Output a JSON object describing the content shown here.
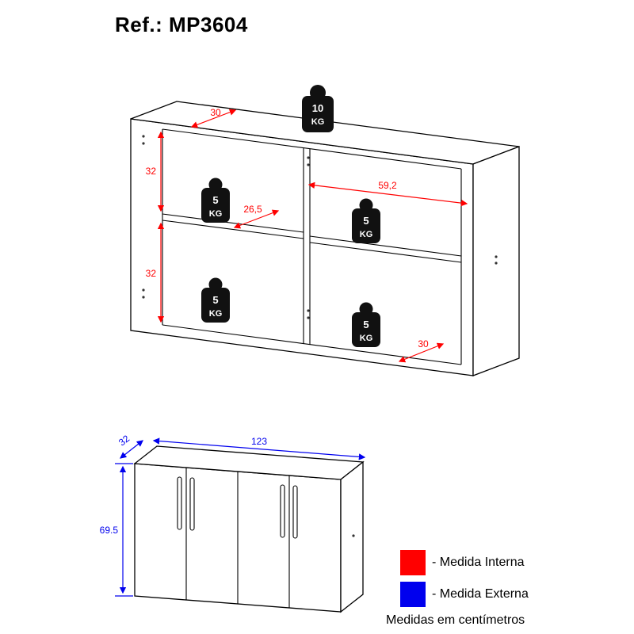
{
  "title": "Ref.: MP3604",
  "colors": {
    "internal": "#ff0000",
    "external": "#0000ee",
    "line": "#000000",
    "weight": "#111111"
  },
  "shelf_diagram": {
    "dimensions": {
      "top_depth": "30",
      "upper_section_height": "32",
      "lower_section_height": "32",
      "shelf_depth": "26,5",
      "right_section_width": "59,2",
      "bottom_depth": "30"
    },
    "weights": {
      "top": {
        "value": "10",
        "unit": "KG"
      },
      "upper_left": {
        "value": "5",
        "unit": "KG"
      },
      "upper_right": {
        "value": "5",
        "unit": "KG"
      },
      "lower_left": {
        "value": "5",
        "unit": "KG"
      },
      "lower_right": {
        "value": "5",
        "unit": "KG"
      }
    }
  },
  "cabinet_diagram": {
    "dimensions": {
      "depth": "32",
      "width": "123",
      "height": "69.5"
    }
  },
  "legend": {
    "internal": {
      "label": "- Medida Interna",
      "color": "#ff0000"
    },
    "external": {
      "label": "- Medida Externa",
      "color": "#0000ee"
    },
    "footnote": "Medidas em centímetros"
  }
}
